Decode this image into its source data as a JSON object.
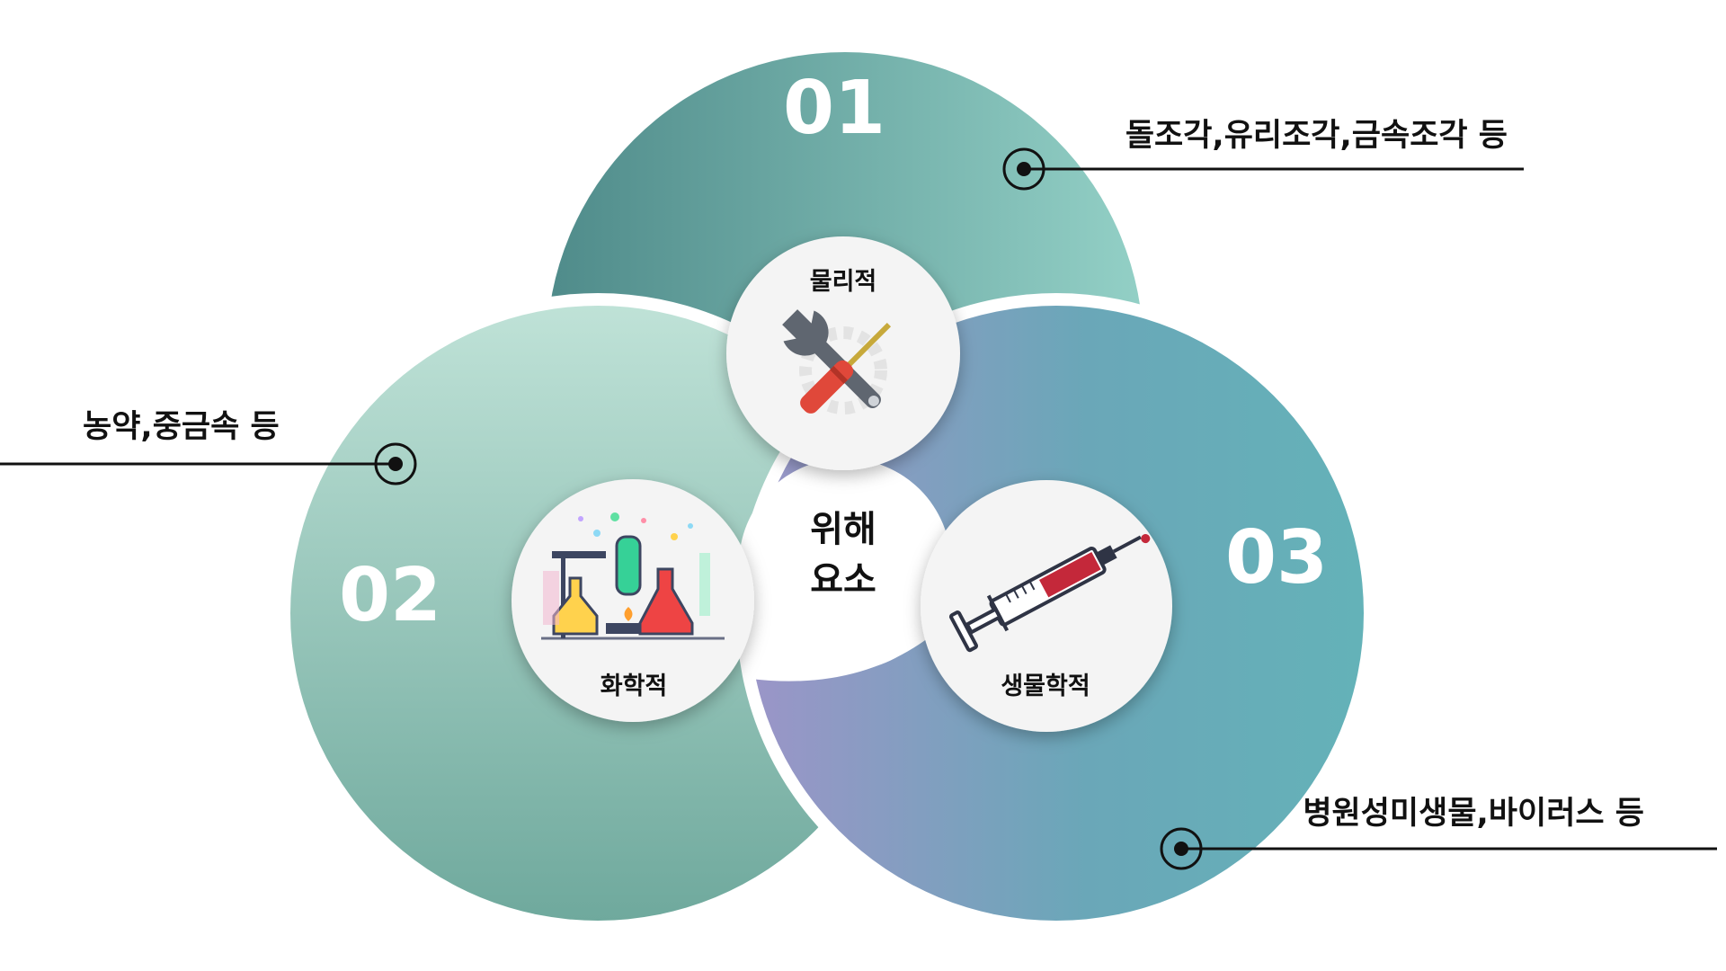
{
  "center": {
    "line1": "위해",
    "line2": "요소"
  },
  "segments": [
    {
      "number": "01",
      "node_label": "물리적",
      "callout": "돌조각,유리조각,금속조각 등",
      "icon": "wrench-screwdriver-icon"
    },
    {
      "number": "02",
      "node_label": "화학적",
      "callout": "농약,중금속 등",
      "icon": "chemistry-flask-icon"
    },
    {
      "number": "03",
      "node_label": "생물학적",
      "callout": "병원성미생물,바이러스 등",
      "icon": "syringe-icon"
    }
  ],
  "colors": {
    "teal_dark": "#4f8b8a",
    "teal_light": "#93d0c6",
    "mint_light": "#b9e0d4",
    "mint_dark": "#6fa99d",
    "blue_teal": "#64b2b8",
    "lavender": "#9b95c8",
    "line": "#111111"
  }
}
